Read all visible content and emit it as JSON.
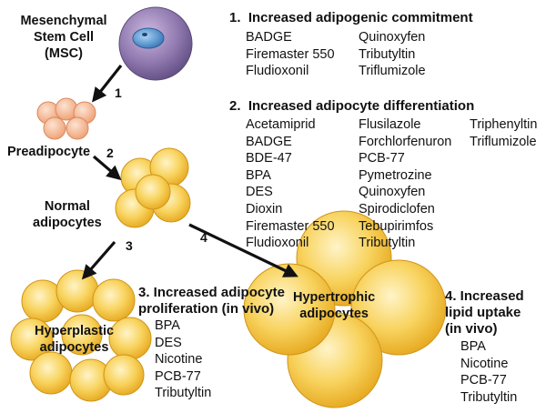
{
  "labels": {
    "msc": "Mesenchymal\nStem Cell\n(MSC)",
    "preadipocyte": "Preadipocyte",
    "normal": "Normal\nadipocytes",
    "hyperplastic": "Hyperplastic\nadipocytes",
    "hypertrophic": "Hypertrophic\nadipocytes"
  },
  "arrows": {
    "a1": "1",
    "a2": "2",
    "a3": "3",
    "a4": "4"
  },
  "sections": {
    "s1": {
      "title": "1.  Increased adipogenic commitment",
      "col1": [
        "BADGE",
        "Firemaster 550",
        "Fludioxonil"
      ],
      "col2": [
        "Quinoxyfen",
        "Tributyltin",
        "Triflumizole"
      ]
    },
    "s2": {
      "title": "2.  Increased adipocyte differentiation",
      "col1": [
        "Acetamiprid",
        "BADGE",
        "BDE-47",
        "BPA",
        "DES",
        "Dioxin",
        "Firemaster 550",
        "Fludioxonil"
      ],
      "col2": [
        "Flusilazole",
        "Forchlorfenuron",
        "PCB-77",
        "Pymetrozine",
        "Quinoxyfen",
        "Spirodiclofen",
        "Tebupirimfos",
        "Tributyltin"
      ],
      "col3": [
        "Triphenyltin",
        "Triflumizole"
      ]
    },
    "s3": {
      "title": "3. Increased adipocyte\nproliferation (in vivo)",
      "items": [
        "BPA",
        "DES",
        "Nicotine",
        "PCB-77",
        "Tributyltin"
      ]
    },
    "s4": {
      "title": "4. Increased\nlipid uptake\n(in vivo)",
      "items": [
        "BPA",
        "Nicotine",
        "PCB-77",
        "Tributyltin"
      ]
    }
  },
  "colors": {
    "cell_fill": "#f5c542",
    "cell_edge": "#d99a16",
    "msc_fill": "#8a73a8",
    "nucleus": "#4f8fcf",
    "pre_fill": "#f4b48f"
  }
}
